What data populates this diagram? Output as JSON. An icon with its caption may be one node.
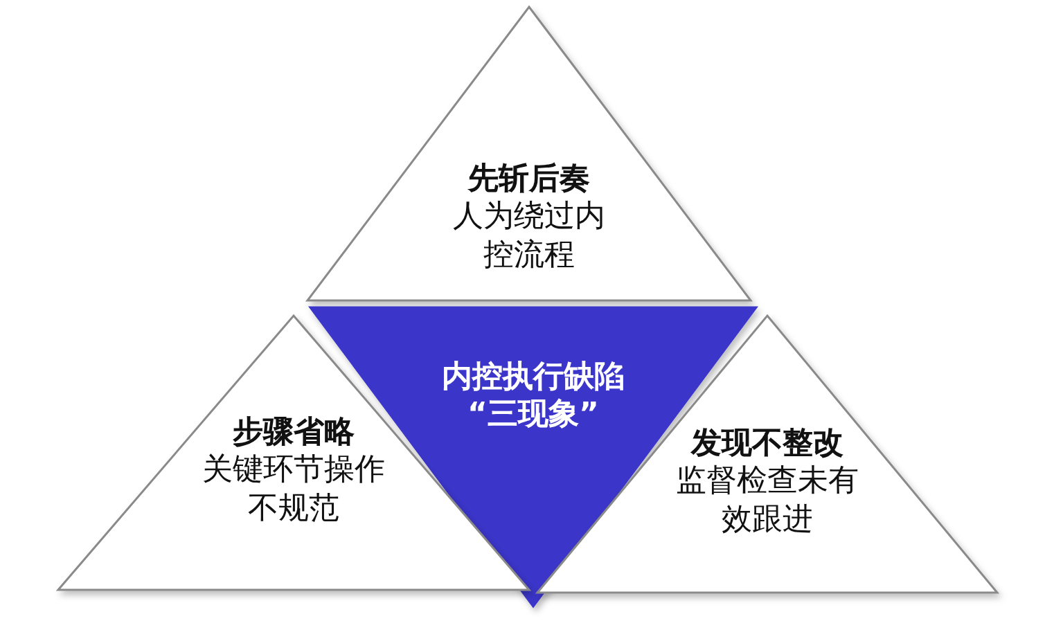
{
  "diagram": {
    "nodes": [
      {
        "text": [
          "先斩后奏",
          "人为绕过内控流程"
        ]
      },
      {
        "text": [
          "内控执行缺陷",
          "“三现象”"
        ]
      },
      {
        "text": [
          "步骤省略",
          "关键环节操作不规范"
        ]
      },
      {
        "text": [
          "发现不整改",
          "监督检查未有效跟进"
        ]
      }
    ]
  }
}
